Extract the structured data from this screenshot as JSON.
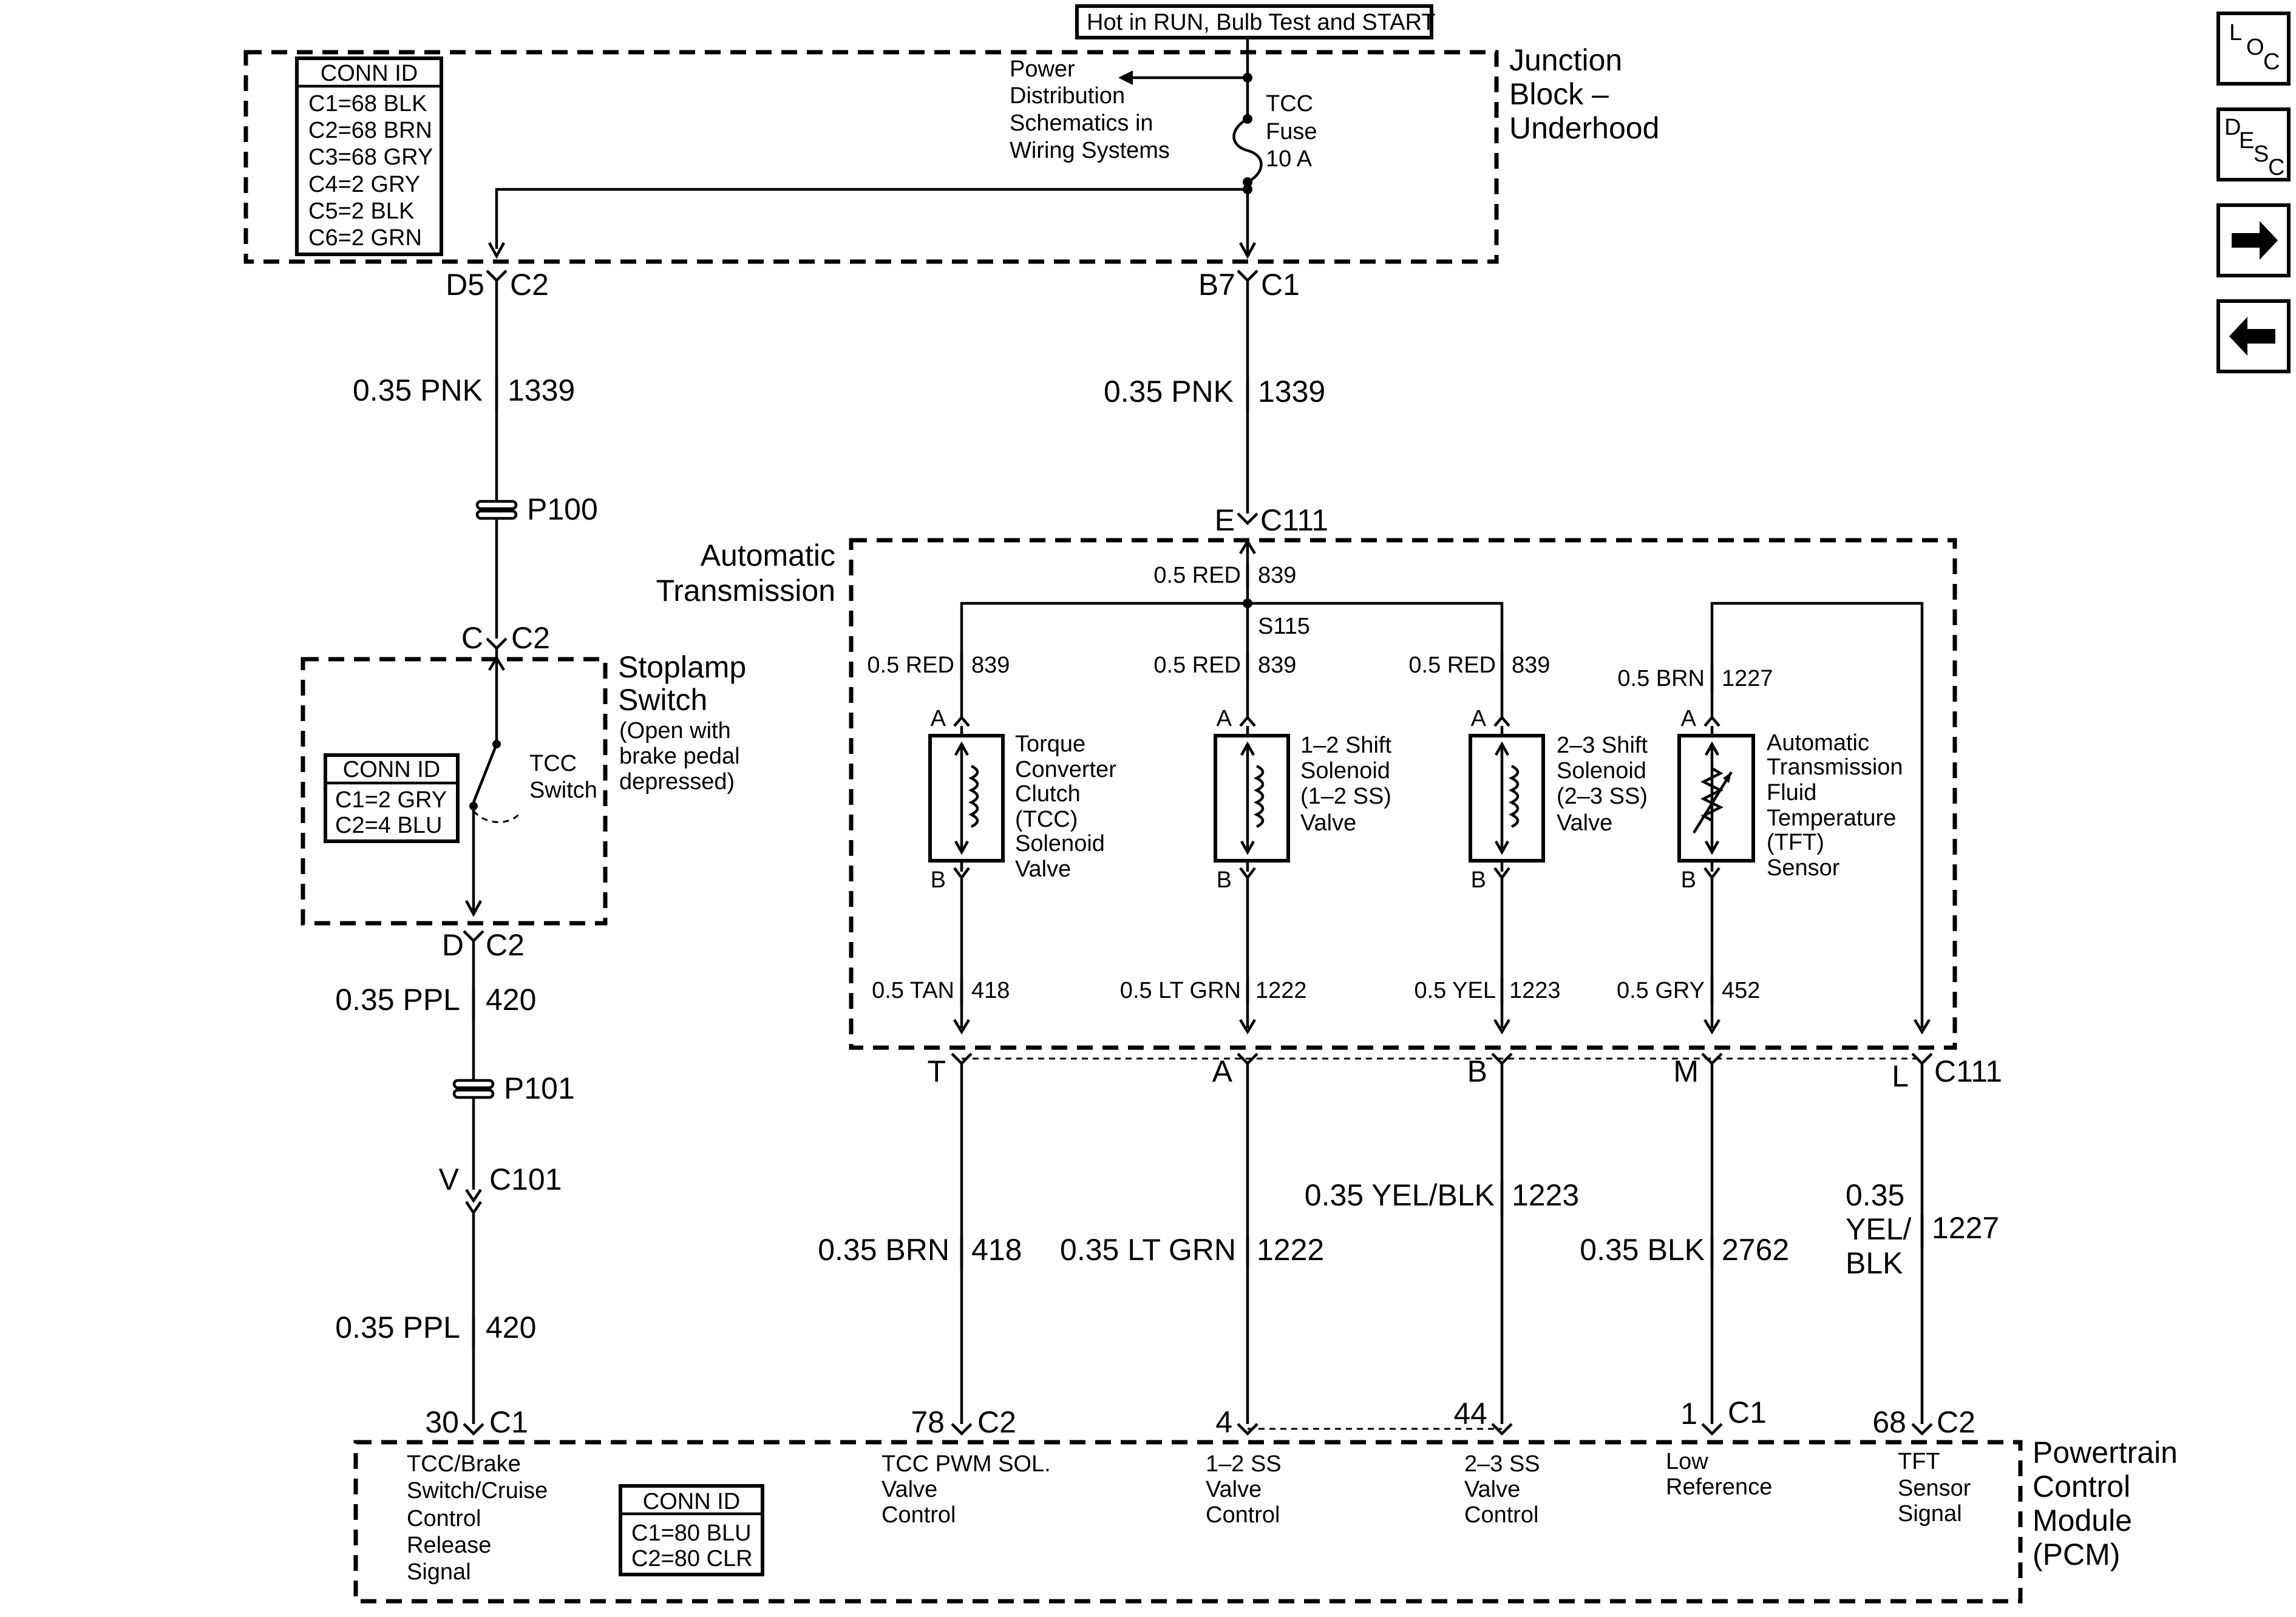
{
  "banner": {
    "hot_in": "Hot in RUN, Bulb Test and START"
  },
  "junction_block": {
    "name_lines": [
      "Junction",
      "Block –",
      "Underhood"
    ],
    "conn_id": {
      "title": "CONN ID",
      "rows": [
        "C1=68 BLK",
        "C2=68 BRN",
        "C3=68 GRY",
        "C4=2 GRY",
        "C5=2 BLK",
        "C6=2 GRN"
      ]
    },
    "power_dist_lines": [
      "Power",
      "Distribution",
      "Schematics in",
      "Wiring Systems"
    ],
    "fuse_lines": [
      "TCC",
      "Fuse",
      "10 A"
    ]
  },
  "connectors": {
    "d5": "D5",
    "c2_top": "C2",
    "b7": "B7",
    "c1_top": "C1",
    "e": "E",
    "c111_top": "C111",
    "c_pin": "C",
    "c2_stop_top": "C2",
    "d_pin": "D",
    "c2_stop_bottom": "C2",
    "v_pin": "V",
    "c101": "C101",
    "t_pin": "T",
    "a_pin": "A",
    "b_pin": "B",
    "m_pin": "M",
    "l_pin": "L",
    "c111_bottom": "C111",
    "p30": "30",
    "c1_pcm": "C1",
    "p78": "78",
    "c2_pcm_a": "C2",
    "p4": "4",
    "p44": "44",
    "p1": "1",
    "c1_pcm_b": "C1",
    "p68": "68",
    "c2_pcm_b": "C2"
  },
  "wires": {
    "left_top": {
      "gauge": "0.35 PNK",
      "circuit": "1339"
    },
    "mid_top": {
      "gauge": "0.35 PNK",
      "circuit": "1339"
    },
    "stop_out": {
      "gauge": "0.35 PPL",
      "circuit": "420"
    },
    "stop_low": {
      "gauge": "0.35 PPL",
      "circuit": "420"
    },
    "tcc_pcm": {
      "gauge": "0.35 BRN",
      "circuit": "418"
    },
    "ss12_pcm": {
      "gauge": "0.35 LT GRN",
      "circuit": "1222"
    },
    "ss23_pcm": {
      "gauge": "0.35 YEL/BLK",
      "circuit": "1223"
    },
    "lowref_pcm": {
      "gauge": "0.35 BLK",
      "circuit": "2762"
    },
    "tft_pcm": {
      "gauge_lines": [
        "0.35",
        "YEL/",
        "BLK"
      ],
      "circuit": "1227"
    },
    "trans_feed": {
      "gauge": "0.5 RED",
      "circuit": "839"
    },
    "tcc_a": {
      "gauge": "0.5 RED",
      "circuit": "839"
    },
    "ss12_a": {
      "gauge": "0.5 RED",
      "circuit": "839"
    },
    "ss23_a": {
      "gauge": "0.5 RED",
      "circuit": "839"
    },
    "tft_a": {
      "gauge": "0.5 BRN",
      "circuit": "1227"
    },
    "tcc_b": {
      "gauge": "0.5 TAN",
      "circuit": "418"
    },
    "ss12_b": {
      "gauge": "0.5 LT GRN",
      "circuit": "1222"
    },
    "ss23_b": {
      "gauge": "0.5 YEL",
      "circuit": "1223"
    },
    "tft_b": {
      "gauge": "0.5 GRY",
      "circuit": "452"
    }
  },
  "splices": {
    "p100": "P100",
    "p101": "P101",
    "s115": "S115"
  },
  "stoplamp": {
    "name_lines": [
      "Stoplamp",
      "Switch"
    ],
    "note_lines": [
      "(Open with",
      "brake pedal",
      "depressed)"
    ],
    "switch_lines": [
      "TCC",
      "Switch"
    ],
    "conn_id": {
      "title": "CONN ID",
      "rows": [
        "C1=2 GRY",
        "C2=4 BLU"
      ]
    }
  },
  "transmission": {
    "name_lines": [
      "Automatic",
      "Transmission"
    ],
    "pin_a": "A",
    "pin_b": "B",
    "tcc_lines": [
      "Torque",
      "Converter",
      "Clutch",
      "(TCC)",
      "Solenoid",
      "Valve"
    ],
    "ss12_lines": [
      "1–2 Shift",
      "Solenoid",
      "(1–2 SS)",
      "Valve"
    ],
    "ss23_lines": [
      "2–3 Shift",
      "Solenoid",
      "(2–3 SS)",
      "Valve"
    ],
    "tft_lines": [
      "Automatic",
      "Transmission",
      "Fluid",
      "Temperature",
      "(TFT)",
      "Sensor"
    ]
  },
  "pcm": {
    "name_lines": [
      "Powertrain",
      "Control",
      "Module",
      "(PCM)"
    ],
    "conn_id": {
      "title": "CONN ID",
      "rows": [
        "C1=80 BLU",
        "C2=80 CLR"
      ]
    },
    "tcc_brake_lines": [
      "TCC/Brake",
      "Switch/Cruise",
      "Control",
      "Release",
      "Signal"
    ],
    "tcc_pwm_lines": [
      "TCC PWM SOL.",
      "Valve",
      "Control"
    ],
    "ss12_lines": [
      "1–2 SS",
      "Valve",
      "Control"
    ],
    "ss23_lines": [
      "2–3 SS",
      "Valve",
      "Control"
    ],
    "lowref_lines": [
      "Low",
      "Reference"
    ],
    "tft_lines": [
      "TFT",
      "Sensor",
      "Signal"
    ]
  },
  "nav": {
    "loc": {
      "l1": "L",
      "l2": "O",
      "l3": "C"
    },
    "desc": {
      "l1": "D",
      "l2": "E",
      "l3": "S",
      "l4": "C"
    }
  },
  "icons": [
    "arrow-right-icon",
    "arrow-left-icon"
  ]
}
